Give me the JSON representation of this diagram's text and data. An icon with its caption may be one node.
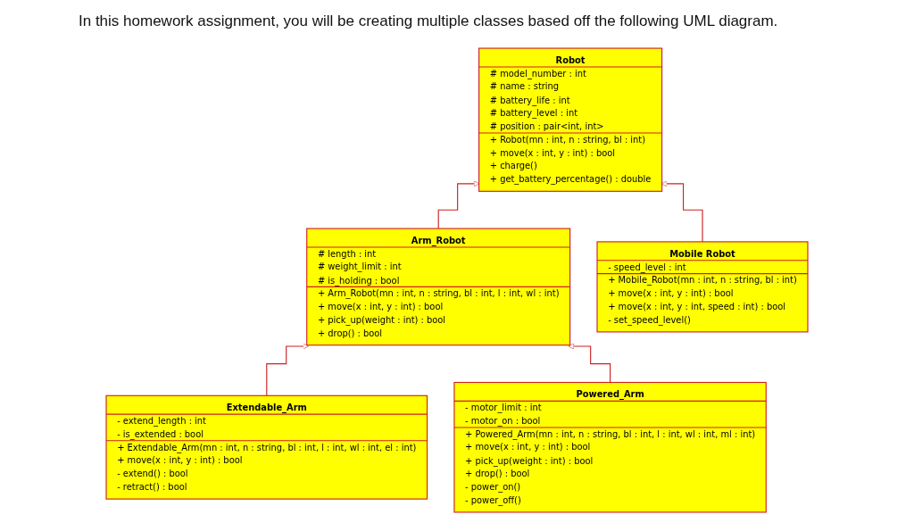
{
  "diagram": {
    "title": "In this homework assignment, you will be creating multiple classes based off the following UML diagram.",
    "nodes": [
      {
        "text": [
          "Robot",
          "# model_number : int",
          "# name : string",
          "# battery_life : int",
          "# battery_level : int",
          "# position : pair<int, int>",
          "+ Robot(mn : int, n : string, bl : int)",
          "+ move(x : int, y : int) : bool",
          "+ charge()",
          "+ get_battery_percentage() : double"
        ]
      },
      {
        "text": [
          "Arm_Robot",
          "# length : int",
          "# weight_limit : int",
          "# is_holding : bool",
          "+ Arm_Robot(mn : int, n : string, bl : int, l : int, wl : int)",
          "+ move(x : int, y : int) : bool",
          "+ pick_up(weight : int) : bool",
          "+ drop() : bool"
        ]
      },
      {
        "text": [
          "Mobile Robot",
          "- speed_level : int",
          "+ Mobile_Robot(mn : int, n : string, bl : int)",
          "+ move(x : int, y : int) : bool",
          "+ move(x : int, y : int, speed : int) : bool",
          "- set_speed_level()"
        ]
      },
      {
        "text": [
          "Extendable_Arm",
          "- extend_length : int",
          "- is_extended : bool",
          "+ Extendable_Arm(mn : int, n : string, bl : int, l : int, wl : int, el : int)",
          "+ move(x : int, y : int) : bool",
          "- extend() : bool",
          "- retract() : bool"
        ]
      },
      {
        "text": [
          "Powered_Arm",
          "- motor_limit : int",
          "- motor_on : bool",
          "+ Powered_Arm(mn : int, n : string, bl : int, l : int, wl : int, ml : int)",
          "+ move(x : int, y : int) : bool",
          "+ pick_up(weight : int) : bool",
          "+ drop() : bool",
          "- power_on()",
          "- power_off()"
        ]
      }
    ],
    "edges": [
      {
        "from": 1,
        "to": 0,
        "arrow": "to"
      },
      {
        "from": 2,
        "to": 0,
        "arrow": "to"
      },
      {
        "from": 3,
        "to": 1,
        "arrow": "to"
      },
      {
        "from": 4,
        "to": 1,
        "arrow": "to"
      }
    ]
  }
}
